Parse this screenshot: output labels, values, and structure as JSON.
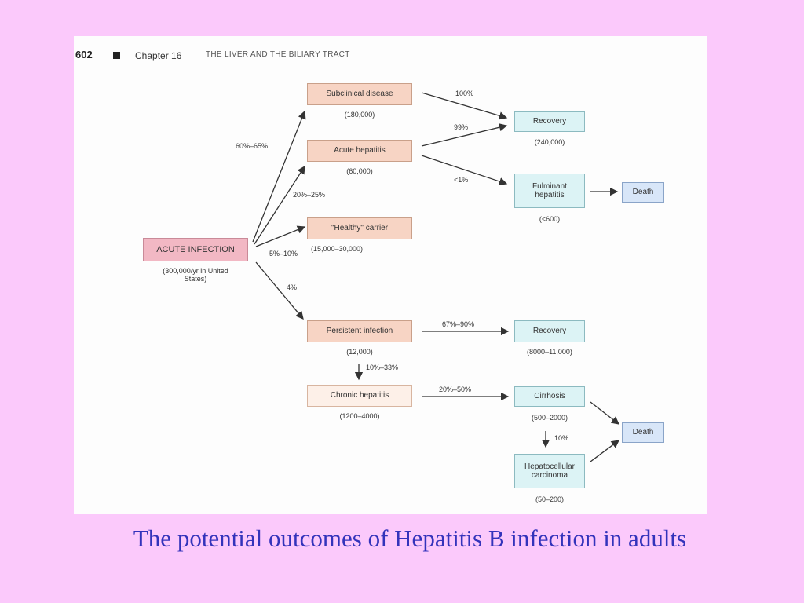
{
  "header": {
    "page_number": "602",
    "chapter": "Chapter 16",
    "title": "THE LIVER AND THE BILIARY TRACT"
  },
  "nodes": {
    "acute_infection": {
      "label": "ACUTE INFECTION",
      "sub": "(300,000/yr in United States)"
    },
    "subclinical": {
      "label": "Subclinical disease",
      "sub": "(180,000)"
    },
    "acute_hepatitis": {
      "label": "Acute hepatitis",
      "sub": "(60,000)"
    },
    "healthy_carrier": {
      "label": "\"Healthy\" carrier",
      "sub": "(15,000–30,000)"
    },
    "persistent": {
      "label": "Persistent infection",
      "sub": "(12,000)"
    },
    "chronic": {
      "label": "Chronic hepatitis",
      "sub": "(1200–4000)"
    },
    "recovery1": {
      "label": "Recovery",
      "sub": "(240,000)"
    },
    "fulminant": {
      "label": "Fulminant hepatitis",
      "sub": "(<600)"
    },
    "death1": {
      "label": "Death"
    },
    "recovery2": {
      "label": "Recovery",
      "sub": "(8000–11,000)"
    },
    "cirrhosis": {
      "label": "Cirrhosis",
      "sub": "(500–2000)"
    },
    "hcc": {
      "label": "Hepatocellular carcinoma",
      "sub": "(50–200)"
    },
    "death2": {
      "label": "Death"
    }
  },
  "percentages": {
    "to_subclinical": "60%–65%",
    "to_acute": "20%–25%",
    "to_carrier": "5%–10%",
    "to_persistent": "4%",
    "sub_recovery": "100%",
    "acute_recovery": "99%",
    "acute_fulminant": "<1%",
    "persist_recovery": "67%–90%",
    "persist_chronic": "10%–33%",
    "chronic_cirrhosis": "20%–50%",
    "cirrhosis_hcc": "10%"
  },
  "caption": "The potential outcomes of Hepatitis B infection in adults"
}
